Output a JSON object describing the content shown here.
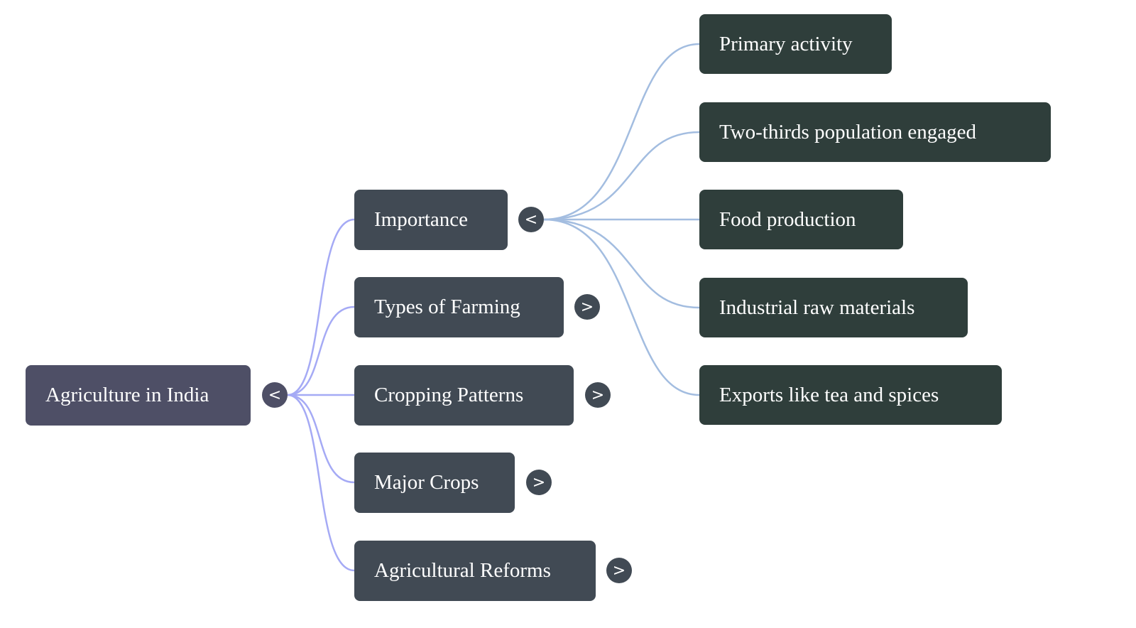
{
  "root": {
    "label": "Agriculture in India",
    "toggle": "<"
  },
  "branches": [
    {
      "label": "Importance",
      "toggle": "<"
    },
    {
      "label": "Types of Farming",
      "toggle": ">"
    },
    {
      "label": "Cropping Patterns",
      "toggle": ">"
    },
    {
      "label": "Major Crops",
      "toggle": ">"
    },
    {
      "label": "Agricultural Reforms",
      "toggle": ">"
    }
  ],
  "importance_children": [
    {
      "label": "Primary activity"
    },
    {
      "label": "Two-thirds population engaged"
    },
    {
      "label": "Food production"
    },
    {
      "label": "Industrial raw materials"
    },
    {
      "label": "Exports like tea and spices"
    }
  ],
  "colors": {
    "root": "#4e4f66",
    "branch": "#414a54",
    "leaf": "#2f3e3b",
    "root_link": "#a5aaf5",
    "branch_link": "#a3bde0"
  }
}
